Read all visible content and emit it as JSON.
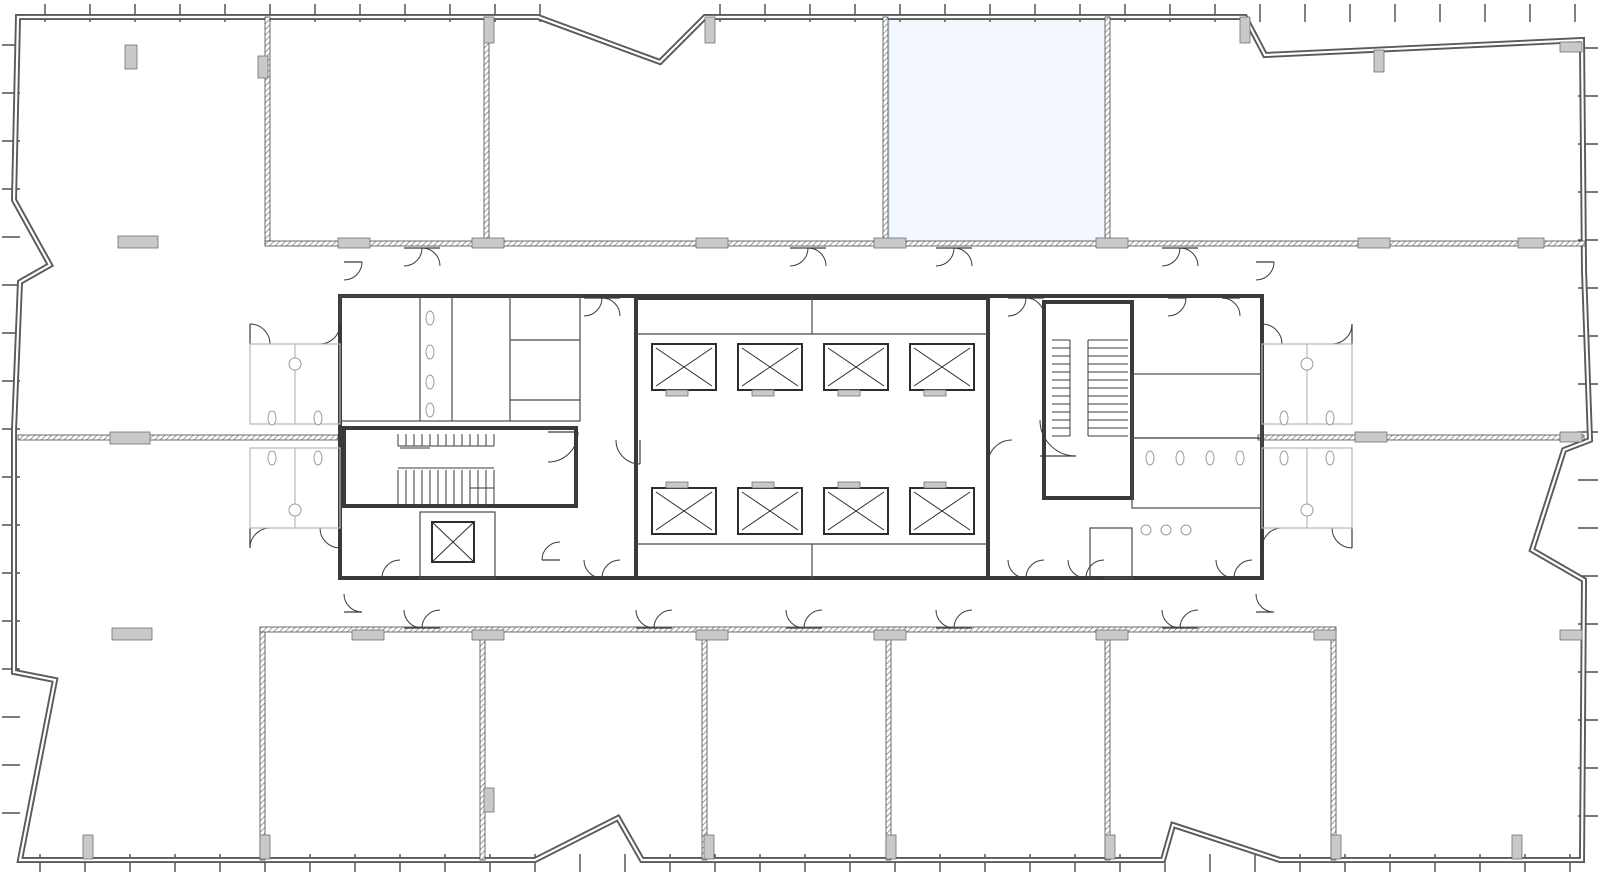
{
  "plan": {
    "colors": {
      "background": "#ffffff",
      "wall": "#4a4a4a",
      "selected_unit": "#f2f7fd",
      "selected_unit_stroke": "#c9d9ee",
      "pilaster": "#c9c9c9"
    },
    "selected_unit": "north-unit-4",
    "units": [
      {
        "id": "north-unit-1",
        "selected": false
      },
      {
        "id": "north-unit-2",
        "selected": false
      },
      {
        "id": "north-unit-3",
        "selected": false
      },
      {
        "id": "north-unit-4",
        "selected": true
      },
      {
        "id": "north-unit-5",
        "selected": false
      },
      {
        "id": "south-unit-1",
        "selected": false
      },
      {
        "id": "south-unit-2",
        "selected": false
      },
      {
        "id": "south-unit-3",
        "selected": false
      },
      {
        "id": "south-unit-4",
        "selected": false
      },
      {
        "id": "south-unit-5",
        "selected": false
      },
      {
        "id": "west-wing-north",
        "selected": false
      },
      {
        "id": "west-wing-south",
        "selected": false
      },
      {
        "id": "east-wing-north",
        "selected": false
      },
      {
        "id": "east-wing-south",
        "selected": false
      }
    ],
    "core": {
      "elevator_count": 8,
      "service_elevator_count": 1,
      "stair_count": 2
    }
  }
}
